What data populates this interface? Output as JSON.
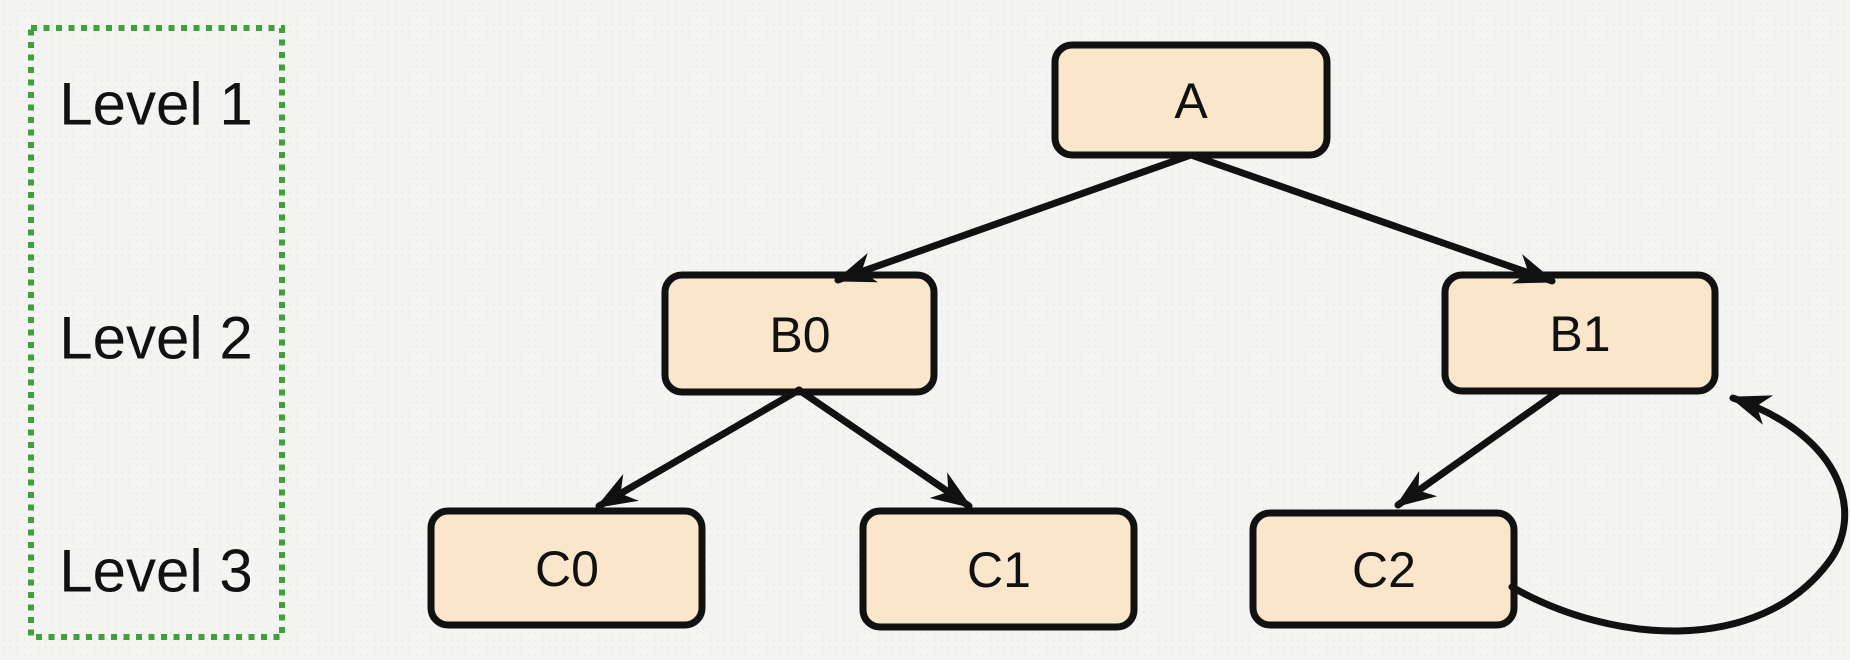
{
  "legend": {
    "levels": [
      "Level 1",
      "Level 2",
      "Level 3"
    ]
  },
  "nodes": [
    {
      "id": "A",
      "label": "A",
      "level": 1
    },
    {
      "id": "B0",
      "label": "B0",
      "level": 2
    },
    {
      "id": "B1",
      "label": "B1",
      "level": 2
    },
    {
      "id": "C0",
      "label": "C0",
      "level": 3
    },
    {
      "id": "C1",
      "label": "C1",
      "level": 3
    },
    {
      "id": "C2",
      "label": "C2",
      "level": 3
    }
  ],
  "edges": [
    {
      "from": "A",
      "to": "B0",
      "curved": false
    },
    {
      "from": "A",
      "to": "B1",
      "curved": false
    },
    {
      "from": "B0",
      "to": "C0",
      "curved": false
    },
    {
      "from": "B0",
      "to": "C1",
      "curved": false
    },
    {
      "from": "B1",
      "to": "C2",
      "curved": false
    },
    {
      "from": "C2",
      "to": "B1",
      "curved": true
    }
  ],
  "colors": {
    "background": "#f4f4f2",
    "node_fill": "#f9e6cb",
    "node_border": "#111111",
    "edge": "#111111",
    "legend_border": "#3fa03c",
    "text": "#111111"
  }
}
